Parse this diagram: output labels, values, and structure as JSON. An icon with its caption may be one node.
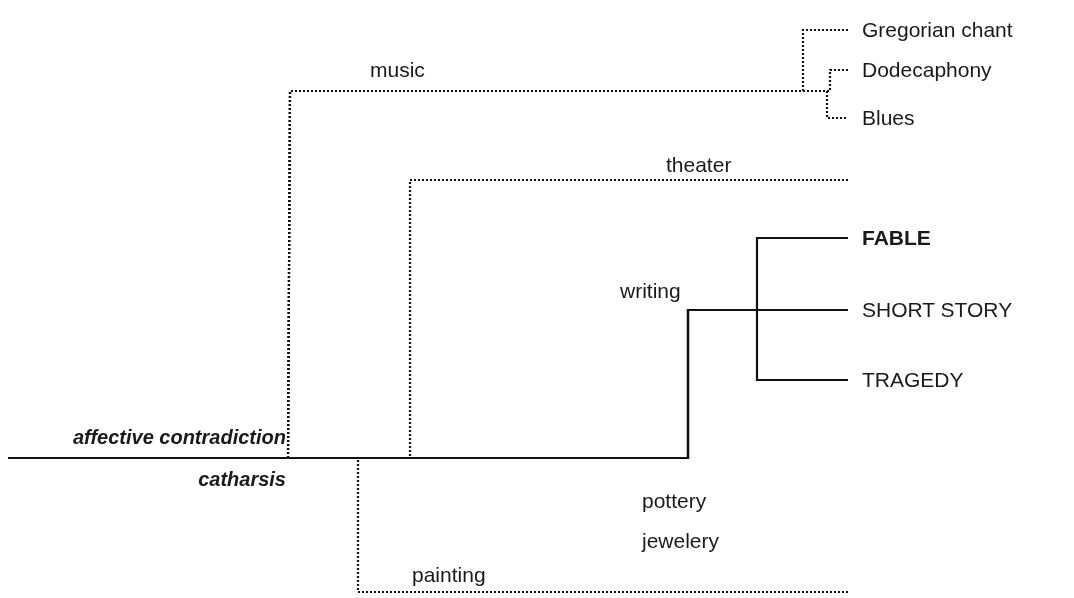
{
  "diagram": {
    "nodes": [
      {
        "text": [
          "affective contradiction",
          "catharsis"
        ]
      },
      {
        "text": [
          "Gregorian chant"
        ]
      },
      {
        "text": [
          "Dodecaphony"
        ]
      },
      {
        "text": [
          "Blues"
        ]
      },
      {
        "text": [
          "FABLE"
        ]
      },
      {
        "text": [
          "SHORT STORY"
        ]
      },
      {
        "text": [
          "TRAGEDY"
        ]
      }
    ],
    "edges": [
      {
        "from": 0,
        "to": 1,
        "arrow": "none",
        "label": "music",
        "style": "dashed"
      },
      {
        "from": 0,
        "to": 2,
        "arrow": "none",
        "style": "dashed"
      },
      {
        "from": 0,
        "to": 3,
        "arrow": "none",
        "style": "dashed"
      },
      {
        "from": 0,
        "to": null,
        "arrow": "none",
        "label": "theater",
        "style": "dashed"
      },
      {
        "from": 0,
        "to": 4,
        "arrow": "none"
      },
      {
        "from": 0,
        "to": 5,
        "arrow": "none",
        "label": "writing"
      },
      {
        "from": 0,
        "to": 6,
        "arrow": "none"
      },
      {
        "from": 0,
        "to": null,
        "arrow": "none",
        "label": "painting",
        "style": "dashed"
      }
    ],
    "labels": [
      "pottery",
      "jewelery"
    ]
  }
}
